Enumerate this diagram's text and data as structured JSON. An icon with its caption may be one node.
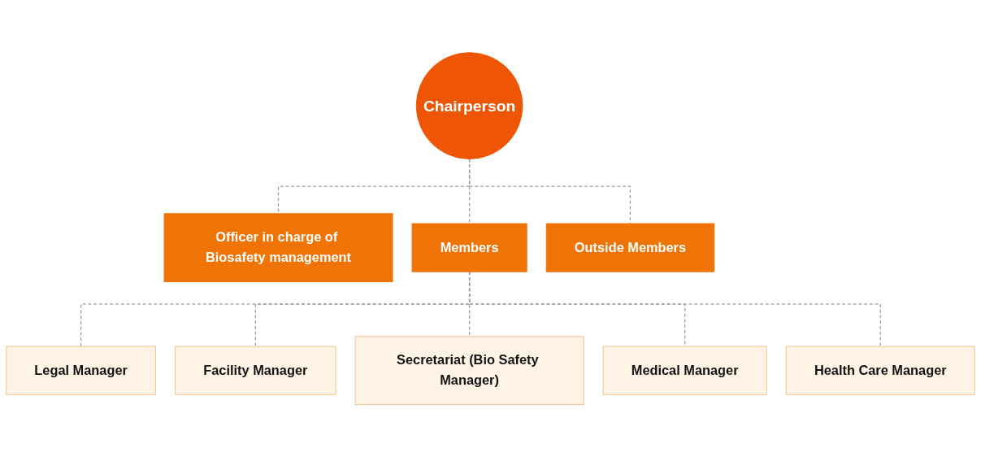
{
  "diagram": {
    "nodes": [
      {
        "text": [
          "Chairperson"
        ]
      },
      {
        "text": [
          "Officer in charge of Biosafety management"
        ]
      },
      {
        "text": [
          "Members"
        ]
      },
      {
        "text": [
          "Outside Members"
        ]
      },
      {
        "text": [
          "Legal Manager"
        ]
      },
      {
        "text": [
          "Facility Manager"
        ]
      },
      {
        "text": [
          "Secretariat (Bio Safety Manager)"
        ]
      },
      {
        "text": [
          "Medical Manager"
        ]
      },
      {
        "text": [
          "Health Care Manager"
        ]
      }
    ],
    "edges": [
      {
        "from": 0,
        "to": 1,
        "arrow": "none",
        "style": "dashed"
      },
      {
        "from": 0,
        "to": 2,
        "arrow": "none",
        "style": "dashed"
      },
      {
        "from": 0,
        "to": 3,
        "arrow": "none",
        "style": "dashed"
      },
      {
        "from": 2,
        "to": 4,
        "arrow": "none",
        "style": "dashed"
      },
      {
        "from": 2,
        "to": 5,
        "arrow": "none",
        "style": "dashed"
      },
      {
        "from": 2,
        "to": 6,
        "arrow": "none",
        "style": "dashed"
      },
      {
        "from": 2,
        "to": 7,
        "arrow": "none",
        "style": "dashed"
      },
      {
        "from": 2,
        "to": 8,
        "arrow": "none",
        "style": "dashed"
      }
    ]
  }
}
